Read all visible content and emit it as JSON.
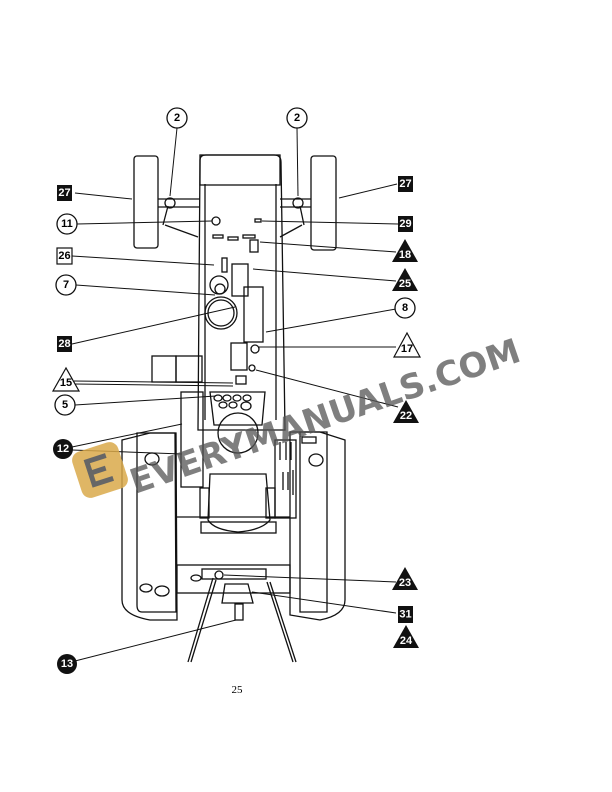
{
  "page_number": "25",
  "watermark": "EVERYMANUALS.COM",
  "callouts": {
    "c2_left": "2",
    "c2_right": "2",
    "c27_left": "27",
    "c27_right": "27",
    "c11": "11",
    "c29": "29",
    "c18": "18",
    "c26": "26",
    "c25": "25",
    "c7": "7",
    "c8": "8",
    "c28": "28",
    "c17": "17",
    "c15": "15",
    "c5": "5",
    "c22": "22",
    "c12": "12",
    "c23": "23",
    "c31": "31",
    "c24": "24",
    "c13": "13"
  },
  "colors": {
    "ink": "#111111",
    "watermark": "#555555",
    "logo": "#d9a94a"
  }
}
